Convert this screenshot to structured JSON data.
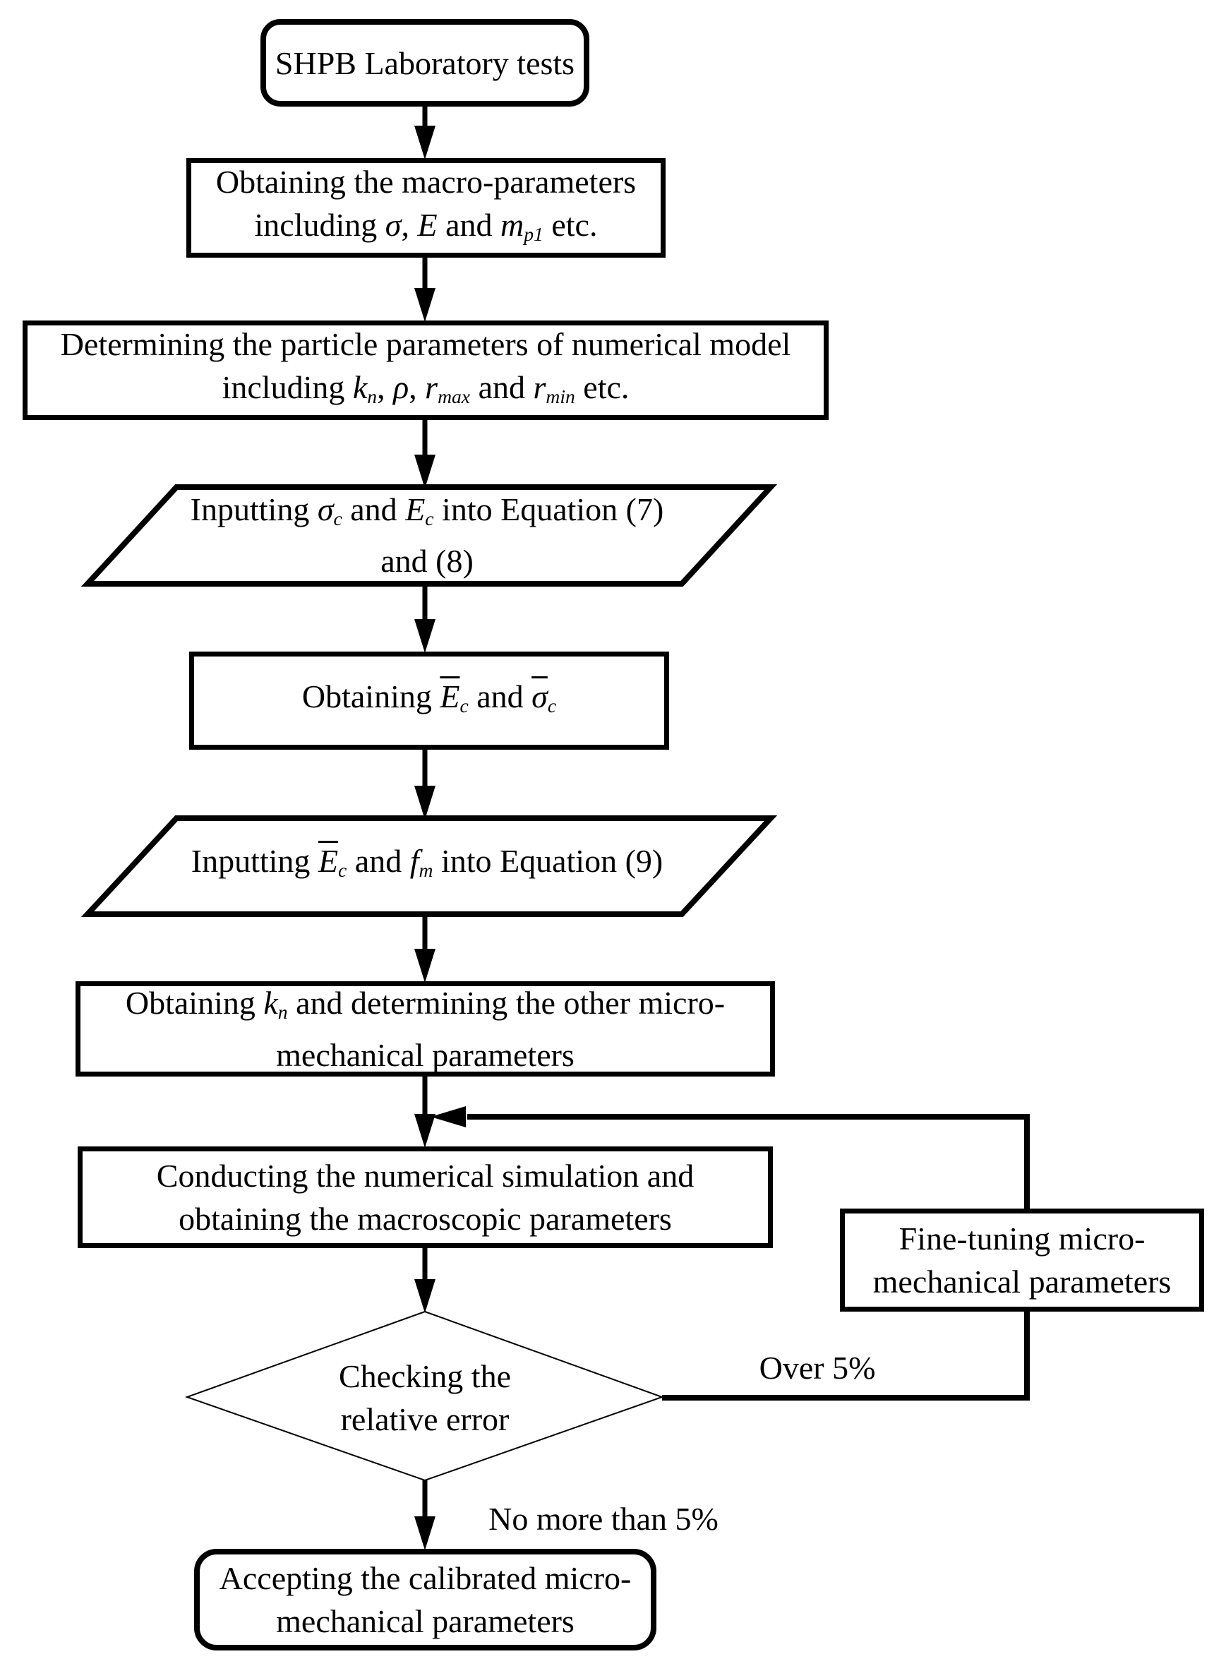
{
  "colors": {
    "ink": "#000000",
    "paper": "#ffffff"
  },
  "nodes": {
    "start": {
      "lines": [
        [
          {
            "t": "SHPB Laboratory tests"
          }
        ]
      ]
    },
    "obtain_macro": {
      "lines": [
        [
          {
            "t": "Obtaining the macro-parameters"
          }
        ],
        [
          {
            "t": "including "
          },
          {
            "t": "σ",
            "s": "i"
          },
          {
            "t": ", "
          },
          {
            "t": "E",
            "s": "i"
          },
          {
            "t": " and "
          },
          {
            "t": "m",
            "s": "i"
          },
          {
            "t": "p1",
            "s": "isub"
          },
          {
            "t": " etc."
          }
        ]
      ]
    },
    "determine_particle": {
      "lines": [
        [
          {
            "t": "Determining the particle parameters of numerical model"
          }
        ],
        [
          {
            "t": "including "
          },
          {
            "t": "k",
            "s": "i"
          },
          {
            "t": "n",
            "s": "isub"
          },
          {
            "t": ", "
          },
          {
            "t": "ρ",
            "s": "i"
          },
          {
            "t": ", "
          },
          {
            "t": "r",
            "s": "i"
          },
          {
            "t": "max",
            "s": "isub"
          },
          {
            "t": " and "
          },
          {
            "t": "r",
            "s": "i"
          },
          {
            "t": "min",
            "s": "isub"
          },
          {
            "t": " etc."
          }
        ]
      ]
    },
    "input_eq78": {
      "lines": [
        [
          {
            "t": "Inputting "
          },
          {
            "t": "σ",
            "s": "i"
          },
          {
            "t": "c",
            "s": "isub"
          },
          {
            "t": " and "
          },
          {
            "t": "E",
            "s": "i"
          },
          {
            "t": "c",
            "s": "isub"
          },
          {
            "t": " into Equation (7)"
          }
        ],
        [
          {
            "t": "and (8)"
          }
        ]
      ]
    },
    "obtain_ec": {
      "lines": [
        [
          {
            "t": "Obtaining "
          },
          {
            "t": "E",
            "s": "ibar"
          },
          {
            "t": "c",
            "s": "isub"
          },
          {
            "t": " and "
          },
          {
            "t": "σ",
            "s": "ibar"
          },
          {
            "t": "c",
            "s": "isub"
          }
        ]
      ]
    },
    "input_eq9": {
      "lines": [
        [
          {
            "t": "Inputting "
          },
          {
            "t": "E",
            "s": "ibar"
          },
          {
            "t": "c",
            "s": "isub"
          },
          {
            "t": " and "
          },
          {
            "t": "f",
            "s": "i"
          },
          {
            "t": "m",
            "s": "isub"
          },
          {
            "t": " into Equation (9)"
          }
        ]
      ]
    },
    "obtain_kn": {
      "lines": [
        [
          {
            "t": "Obtaining "
          },
          {
            "t": "k",
            "s": "ibar"
          },
          {
            "t": "n",
            "s": "isub"
          },
          {
            "t": " and determining the other micro-"
          }
        ],
        [
          {
            "t": "mechanical parameters"
          }
        ]
      ]
    },
    "conduct_sim": {
      "lines": [
        [
          {
            "t": "Conducting the numerical simulation and"
          }
        ],
        [
          {
            "t": "obtaining the macroscopic parameters"
          }
        ]
      ]
    },
    "check_error": {
      "lines": [
        [
          {
            "t": "Checking the"
          }
        ],
        [
          {
            "t": "relative error"
          }
        ]
      ]
    },
    "fine_tune": {
      "lines": [
        [
          {
            "t": "Fine-tuning micro-"
          }
        ],
        [
          {
            "t": "mechanical parameters"
          }
        ]
      ]
    },
    "accept": {
      "lines": [
        [
          {
            "t": "Accepting the calibrated micro-"
          }
        ],
        [
          {
            "t": "mechanical parameters"
          }
        ]
      ]
    }
  },
  "edge_labels": {
    "over": "Over 5%",
    "no_more": "No more than 5%"
  }
}
